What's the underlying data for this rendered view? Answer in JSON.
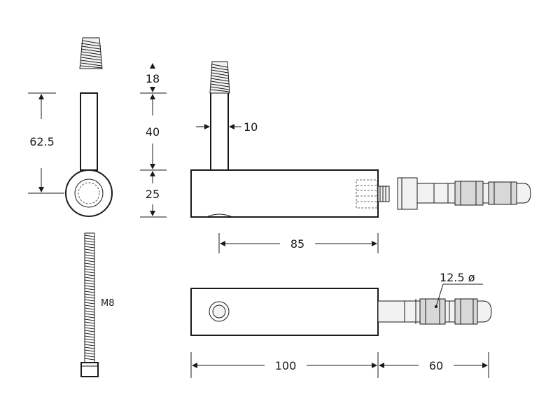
{
  "dimensions": {
    "d_62_5": "62.5",
    "d_18": "18",
    "d_40": "40",
    "d_25": "25",
    "d_10": "10",
    "d_85": "85",
    "d_100": "100",
    "d_60": "60",
    "d_12_5": "12.5 ø"
  },
  "labels": {
    "bolt": "M8"
  }
}
